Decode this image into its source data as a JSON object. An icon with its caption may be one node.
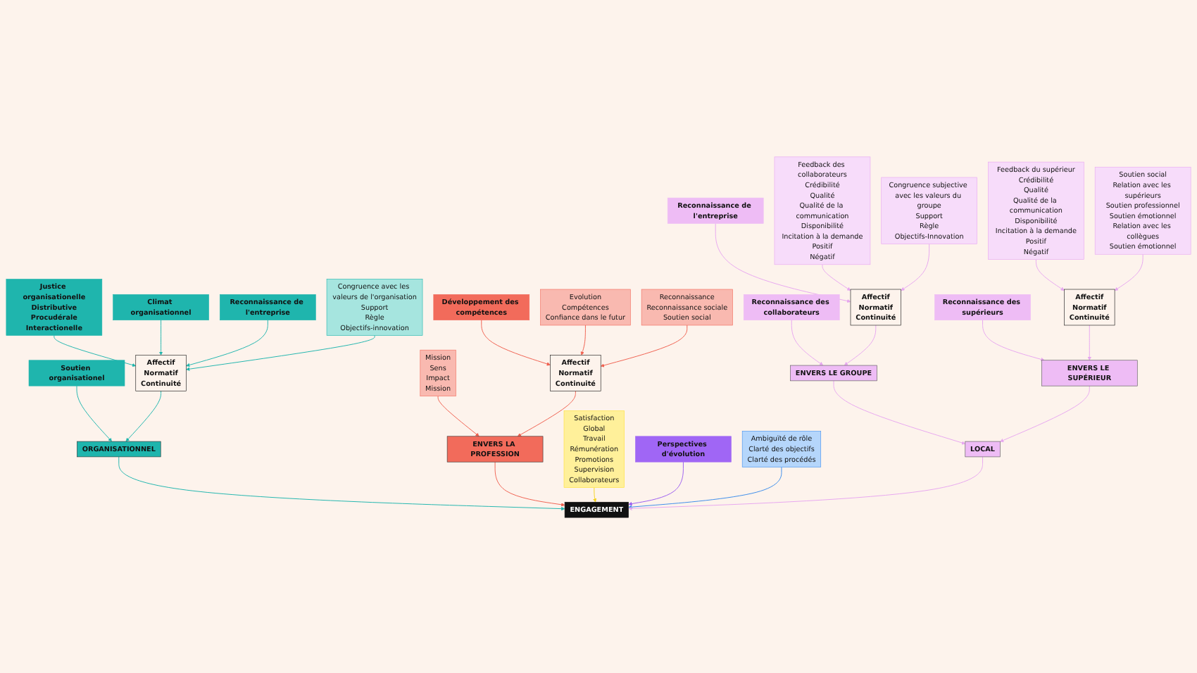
{
  "diagram": {
    "nodes": [
      {
        "text": [
          "Justice organisationelle",
          "Distributive",
          "Procudérale",
          "Interactionelle"
        ]
      },
      {
        "text": [
          "Climat organisationnel"
        ]
      },
      {
        "text": [
          "Reconnaissance de l'entreprise"
        ]
      },
      {
        "text": [
          "Soutien organisationel"
        ]
      },
      {
        "text": [
          "Congruence avec les valeurs de l'organisation",
          "Support",
          "Règle",
          "Objectifs-innovation"
        ]
      },
      {
        "text": [
          "Affectif",
          "Normatif",
          "Continuité"
        ]
      },
      {
        "text": [
          "ORGANISATIONNEL"
        ]
      },
      {
        "text": [
          "Développement des compétences"
        ]
      },
      {
        "text": [
          "Evolution",
          "Compétences",
          "Confiance dans le futur"
        ]
      },
      {
        "text": [
          "Affectif",
          "Normatif",
          "Continuité"
        ]
      },
      {
        "text": [
          "Reconnaissance",
          "Reconnaissance sociale",
          "Soutien social"
        ]
      },
      {
        "text": [
          "ENVERS LA PROFESSION"
        ]
      },
      {
        "text": [
          "Mission",
          "Sens",
          "Impact",
          "Mission"
        ]
      },
      {
        "text": [
          "Satisfaction",
          "Global",
          "Travail",
          "Rémunération",
          "Promotions",
          "Supervision",
          "Collaborateurs"
        ]
      },
      {
        "text": [
          "ENGAGEMENT"
        ]
      },
      {
        "text": [
          "Perspectives d'évolution"
        ]
      },
      {
        "text": [
          "Ambiguïté de rôle",
          "Clarté des objectifs",
          "Clarté des procédés"
        ]
      },
      {
        "text": [
          "LOCAL"
        ]
      },
      {
        "text": [
          "Reconnaissance des collaborateurs"
        ]
      },
      {
        "text": [
          "ENVERS LE GROUPE"
        ]
      },
      {
        "text": [
          "ENVERS LE SUPÉRIEUR"
        ]
      },
      {
        "text": [
          "Reconnaissance de l'entreprise"
        ]
      },
      {
        "text": [
          "Affectif",
          "Normatif",
          "Continuité"
        ]
      },
      {
        "text": [
          "Affectif",
          "Normatif",
          "Continuité"
        ]
      },
      {
        "text": [
          "Reconnaissance des supérieurs"
        ]
      },
      {
        "text": [
          "Feedback des collaborateurs",
          "Crédibilité",
          "Qualité",
          "Qualité de la communication",
          "Disponibilité",
          "Incitation à la demande",
          "Positif",
          "Négatif"
        ]
      },
      {
        "text": [
          "Feedback du supérieur",
          "Crédibilité",
          "Qualité",
          "Qualité de la communication",
          "Disponibilité",
          "Incitation à la demande",
          "Positif",
          "Négatif"
        ]
      },
      {
        "text": [
          "Congruence subjective avec les valeurs du groupe",
          "Support",
          "Règle",
          "Objectifs-Innovation"
        ]
      },
      {
        "text": [
          "Soutien social",
          "Relation avec les supérieurs",
          "Soutien professionnel",
          "Soutien émotionnel",
          "Relation avec les collègues",
          "Soutien émotionnel"
        ]
      }
    ],
    "edges": [
      {
        "from": 0,
        "to": 5,
        "arrow": "to",
        "color": "#1fb5ad"
      },
      {
        "from": 1,
        "to": 5,
        "arrow": "to",
        "color": "#1fb5ad"
      },
      {
        "from": 2,
        "to": 5,
        "arrow": "to",
        "color": "#1fb5ad"
      },
      {
        "from": 3,
        "to": 6,
        "arrow": "to",
        "color": "#1fb5ad"
      },
      {
        "from": 4,
        "to": 5,
        "arrow": "to",
        "color": "#1fb5ad"
      },
      {
        "from": 5,
        "to": 6,
        "arrow": "to",
        "color": "#1fb5ad"
      },
      {
        "from": 6,
        "to": 14,
        "arrow": "to",
        "color": "#1fb5ad"
      },
      {
        "from": 7,
        "to": 9,
        "arrow": "to",
        "color": "#f0604f"
      },
      {
        "from": 8,
        "to": 9,
        "arrow": "to",
        "color": "#f0604f"
      },
      {
        "from": 10,
        "to": 9,
        "arrow": "to",
        "color": "#f0604f"
      },
      {
        "from": 12,
        "to": 11,
        "arrow": "to",
        "color": "#f0604f"
      },
      {
        "from": 9,
        "to": 11,
        "arrow": "to",
        "color": "#f0604f"
      },
      {
        "from": 11,
        "to": 14,
        "arrow": "to",
        "color": "#f0604f"
      },
      {
        "from": 13,
        "to": 14,
        "arrow": "to",
        "color": "#f5d31c"
      },
      {
        "from": 15,
        "to": 14,
        "arrow": "to",
        "color": "#9b5cf0"
      },
      {
        "from": 16,
        "to": 14,
        "arrow": "to",
        "color": "#3a8bea"
      },
      {
        "from": 17,
        "to": 14,
        "arrow": "to",
        "color": "#e7a6f0"
      },
      {
        "from": 18,
        "to": 19,
        "arrow": "to",
        "color": "#e7a6f0"
      },
      {
        "from": 21,
        "to": 22,
        "arrow": "to",
        "color": "#e7a6f0"
      },
      {
        "from": 25,
        "to": 22,
        "arrow": "to",
        "color": "#e7a6f0"
      },
      {
        "from": 22,
        "to": 19,
        "arrow": "to",
        "color": "#e7a6f0"
      },
      {
        "from": 27,
        "to": 22,
        "arrow": "to",
        "color": "#e7a6f0"
      },
      {
        "from": 19,
        "to": 17,
        "arrow": "to",
        "color": "#e7a6f0"
      },
      {
        "from": 24,
        "to": 20,
        "arrow": "to",
        "color": "#e7a6f0"
      },
      {
        "from": 26,
        "to": 23,
        "arrow": "to",
        "color": "#e7a6f0"
      },
      {
        "from": 23,
        "to": 20,
        "arrow": "to",
        "color": "#e7a6f0"
      },
      {
        "from": 28,
        "to": 23,
        "arrow": "to",
        "color": "#e7a6f0"
      },
      {
        "from": 20,
        "to": 17,
        "arrow": "to",
        "color": "#e7a6f0"
      }
    ]
  }
}
